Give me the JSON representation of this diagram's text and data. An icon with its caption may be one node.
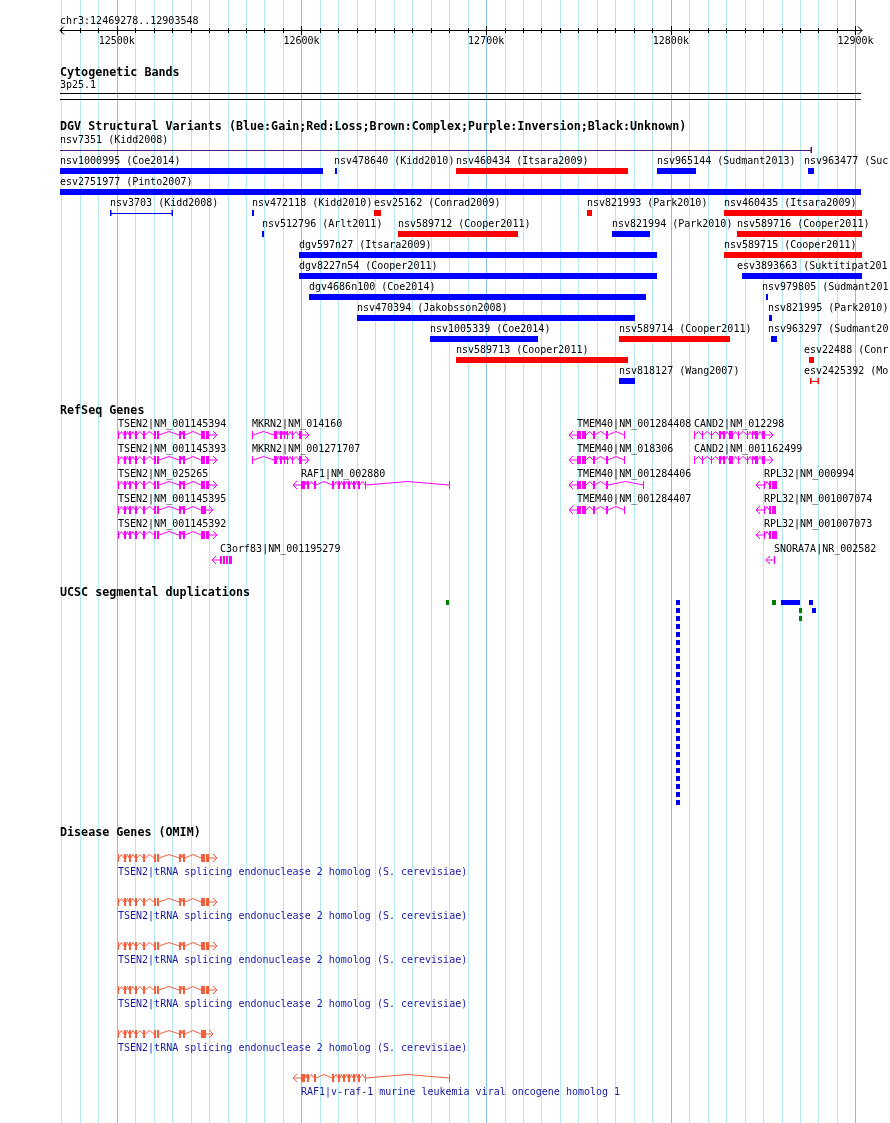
{
  "diagram": {
    "title": "chr3:12469278..12903548",
    "nodes": [
      {
        "text": [
          "3p25.1"
        ]
      },
      {
        "text": [
          "nsv7351 (Kidd2008)"
        ]
      },
      {
        "text": [
          "nsv1000995 (Coe2014)"
        ]
      },
      {
        "text": [
          "nsv478640 (Kidd2010)"
        ]
      },
      {
        "text": [
          "nsv460434 (Itsara2009)"
        ]
      },
      {
        "text": [
          "nsv965144 (Sudmant2013)"
        ]
      },
      {
        "text": [
          "nsv963477 (Suc"
        ]
      },
      {
        "text": [
          "esv2751977 (Pinto2007)"
        ]
      },
      {
        "text": [
          "nsv3703 (Kidd2008)"
        ]
      },
      {
        "text": [
          "nsv472118 (Kidd2010)"
        ]
      },
      {
        "text": [
          "esv25162 (Conrad2009)"
        ]
      },
      {
        "text": [
          "nsv821993 (Park2010)"
        ]
      },
      {
        "text": [
          "nsv460435 (Itsara2009)"
        ]
      },
      {
        "text": [
          "nsv512796 (Arlt2011)"
        ]
      },
      {
        "text": [
          "nsv589712 (Cooper2011)"
        ]
      },
      {
        "text": [
          "nsv821994 (Park2010)"
        ]
      },
      {
        "text": [
          "nsv589716 (Cooper2011)"
        ]
      },
      {
        "text": [
          "dgv597n27 (Itsara2009)"
        ]
      },
      {
        "text": [
          "nsv589715 (Cooper2011)"
        ]
      },
      {
        "text": [
          "dgv8227n54 (Cooper2011)"
        ]
      },
      {
        "text": [
          "esv3893663 (Suktitipat201"
        ]
      },
      {
        "text": [
          "dgv4686n100 (Coe2014)"
        ]
      },
      {
        "text": [
          "nsv979805 (Sudmant201"
        ]
      },
      {
        "text": [
          "nsv470394 (Jakobsson2008)"
        ]
      },
      {
        "text": [
          "nsv821995 (Park2010)"
        ]
      },
      {
        "text": [
          "nsv1005339 (Coe2014)"
        ]
      },
      {
        "text": [
          "nsv589714 (Cooper2011)"
        ]
      },
      {
        "text": [
          "nsv963297 (Sudmant20"
        ]
      },
      {
        "text": [
          "nsv589713 (Cooper2011)"
        ]
      },
      {
        "text": [
          "esv22488 (Conr"
        ]
      },
      {
        "text": [
          "nsv818127 (Wang2007)"
        ]
      },
      {
        "text": [
          "esv2425392 (Mo"
        ]
      },
      {
        "text": [
          "TSEN2|NM_001145394"
        ]
      },
      {
        "text": [
          "MKRN2|NM_014160"
        ]
      },
      {
        "text": [
          "TMEM40|NM_001284408"
        ]
      },
      {
        "text": [
          "CAND2|NM_012298"
        ]
      },
      {
        "text": [
          "TSEN2|NM_001145393"
        ]
      },
      {
        "text": [
          "MKRN2|NM_001271707"
        ]
      },
      {
        "text": [
          "TMEM40|NM_018306"
        ]
      },
      {
        "text": [
          "CAND2|NM_001162499"
        ]
      },
      {
        "text": [
          "TSEN2|NM_025265"
        ]
      },
      {
        "text": [
          "RAF1|NM_002880"
        ]
      },
      {
        "text": [
          "TMEM40|NM_001284406"
        ]
      },
      {
        "text": [
          "RPL32|NM_000994"
        ]
      },
      {
        "text": [
          "TSEN2|NM_001145395"
        ]
      },
      {
        "text": [
          "TMEM40|NM_001284407"
        ]
      },
      {
        "text": [
          "RPL32|NM_001007074"
        ]
      },
      {
        "text": [
          "TSEN2|NM_001145392"
        ]
      },
      {
        "text": [
          "RPL32|NM_001007073"
        ]
      },
      {
        "text": [
          "C3orf83|NM_001195279"
        ]
      },
      {
        "text": [
          "SNORA7A|NR_002582"
        ]
      },
      {
        "text": [],
        "shape": "bar"
      },
      {
        "text": [],
        "shape": "bar"
      },
      {
        "text": [],
        "shape": "bar"
      },
      {
        "text": [],
        "shape": "bar"
      },
      {
        "text": [],
        "shape": "bar"
      },
      {
        "text": [],
        "shape": "bar"
      },
      {
        "text": [],
        "shape": "bar"
      },
      {
        "text": [],
        "shape": "bar"
      },
      {
        "text": [],
        "shape": "bar"
      },
      {
        "text": [],
        "shape": "bar"
      },
      {
        "text": [],
        "shape": "bar"
      },
      {
        "text": [],
        "shape": "bar"
      },
      {
        "text": [],
        "shape": "bar"
      },
      {
        "text": [],
        "shape": "bar"
      },
      {
        "text": [],
        "shape": "bar"
      },
      {
        "text": [],
        "shape": "bar"
      },
      {
        "text": [],
        "shape": "bar"
      },
      {
        "text": [],
        "shape": "bar"
      },
      {
        "text": [],
        "shape": "bar"
      },
      {
        "text": [],
        "shape": "bar"
      },
      {
        "text": [],
        "shape": "bar"
      },
      {
        "text": [],
        "shape": "bar"
      },
      {
        "text": [],
        "shape": "bar"
      },
      {
        "text": [],
        "shape": "bar"
      },
      {
        "text": [],
        "shape": "bar"
      },
      {
        "text": [],
        "shape": "bar"
      },
      {
        "text": [],
        "shape": "bar"
      },
      {
        "text": [],
        "shape": "bar"
      },
      {
        "text": [],
        "shape": "bar"
      },
      {
        "text": [],
        "shape": "bar"
      },
      {
        "text": [],
        "shape": "bar"
      },
      {
        "text": [],
        "shape": "bar"
      },
      {
        "text": [],
        "shape": "bar"
      },
      {
        "text": [
          "TSEN2|tRNA splicing endonuclease 2 homolog (S. cerevisiae)"
        ]
      },
      {
        "text": [
          "TSEN2|tRNA splicing endonuclease 2 homolog (S. cerevisiae)"
        ]
      },
      {
        "text": [
          "TSEN2|tRNA splicing endonuclease 2 homolog (S. cerevisiae)"
        ]
      },
      {
        "text": [
          "TSEN2|tRNA splicing endonuclease 2 homolog (S. cerevisiae)"
        ]
      },
      {
        "text": [
          "TSEN2|tRNA splicing endonuclease 2 homolog (S. cerevisiae)"
        ]
      },
      {
        "text": [
          "RAF1|v-raf-1 murine leukemia viral oncogene homolog 1"
        ]
      }
    ],
    "labels": [
      "12500k",
      "12600k",
      "12700k",
      "12800k",
      "12900k",
      "Cytogenetic Bands",
      "DGV Structural Variants (Blue:Gain;Red:Loss;Brown:Complex;Purple:Inversion;Black:Unknown)",
      "RefSeq Genes",
      "UCSC segmental duplications",
      "Disease Genes (OMIM)"
    ]
  }
}
